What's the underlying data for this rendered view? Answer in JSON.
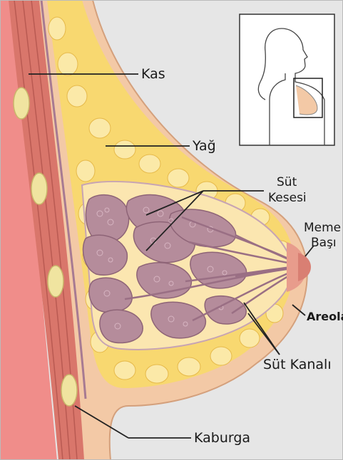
{
  "labels": {
    "kas": "Kas",
    "yag": "Yağ",
    "sut_kesesi_line1": "Süt",
    "sut_kesesi_line2": "Kesesi",
    "meme_basi_line1": "Meme",
    "meme_basi_line2": "Başı",
    "areola": "Areola",
    "sut_kanali": "Süt Kanalı",
    "kaburga": "Kaburga"
  },
  "colors": {
    "background": "#e6e6e6",
    "skin": "#f3c9a6",
    "skin_outline": "#d4a07c",
    "muscle": "#d9766b",
    "muscle_dark": "#b95a52",
    "chest_wall": "#f08d8a",
    "fat": "#f8d870",
    "fat_light": "#fbe9a8",
    "lobule": "#b58c9b",
    "lobule_dark": "#8e6477",
    "rib": "#f0e4a0",
    "nipple": "#e89c8c"
  },
  "inset": {
    "description_icons": [
      "woman-silhouette-icon",
      "breast-region-box-icon"
    ]
  }
}
